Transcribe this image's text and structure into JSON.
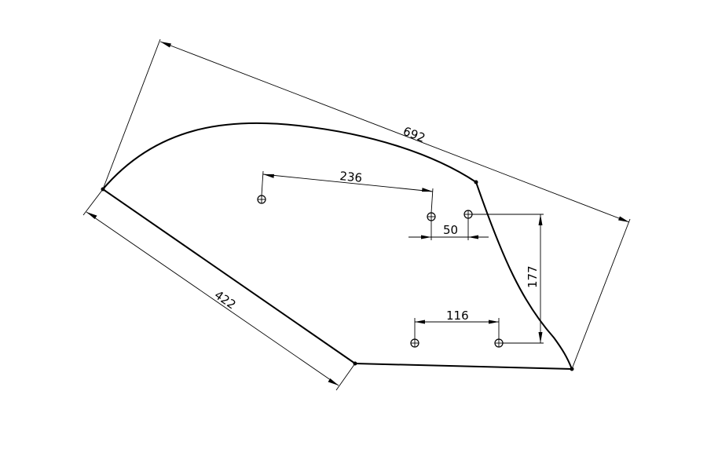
{
  "drawing": {
    "dimensions": {
      "overall_length": "692",
      "left_edge": "422",
      "holes_top_spacing": "236",
      "holes_top_offset": "50",
      "holes_vertical_spacing": "177",
      "holes_bottom_spacing": "116"
    }
  }
}
